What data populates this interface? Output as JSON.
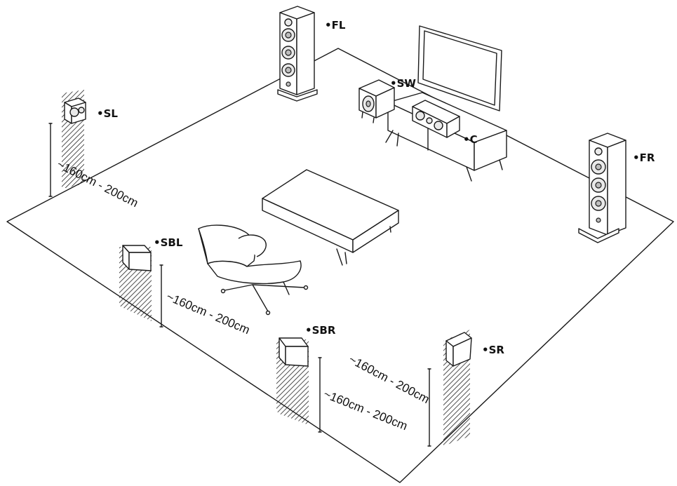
{
  "speakers": {
    "fl": "•FL",
    "sw": "•SW",
    "sl": "•SL",
    "c": "•C",
    "fr": "•FR",
    "sbl": "•SBL",
    "sbr": "•SBR",
    "sr": "•SR"
  },
  "heights": {
    "sl": "~160cm - 200cm",
    "sbl": "~160cm - 200cm",
    "sbr": "~160cm - 200cm",
    "sr": "~160cm - 200cm"
  }
}
